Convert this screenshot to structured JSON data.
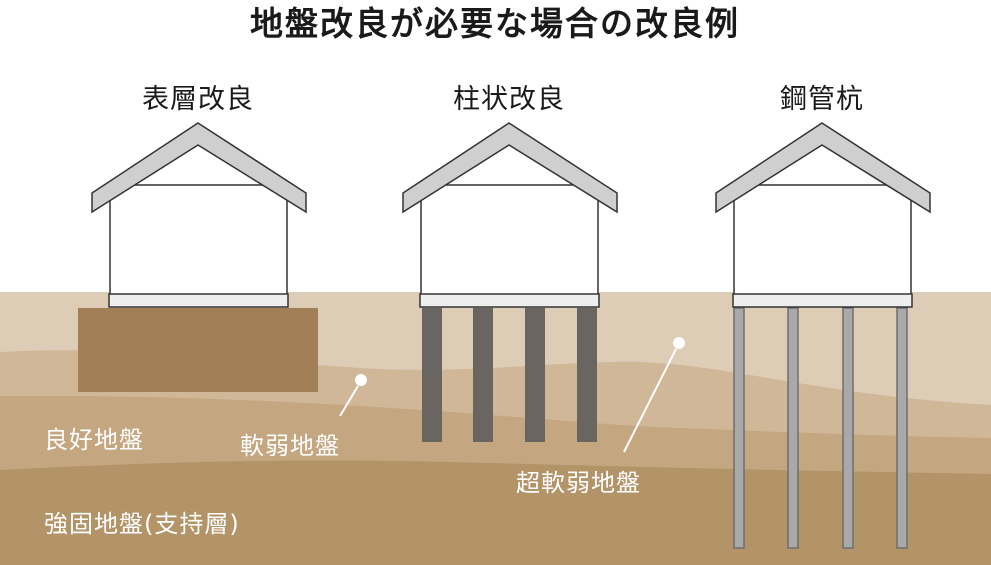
{
  "title": "地盤改良が必要な場合の改良例",
  "methods": [
    {
      "label": "表層改良"
    },
    {
      "label": "柱状改良"
    },
    {
      "label": "鋼管杭"
    }
  ],
  "layers": {
    "good": "良好地盤",
    "soft": "軟弱地盤",
    "very_soft": "超軟弱地盤",
    "bearing": "強固地盤(支持層)"
  },
  "colors": {
    "ground_top": "#ddcdb7",
    "ground_soft": "#c9ad8a",
    "ground_mid": "#bc9c73",
    "ground_bearing": "#b09166",
    "surface_block": "#a37f58",
    "column": "#6a6560",
    "pipe": "#a9a9a9",
    "roof": "#cfcfcf",
    "outline": "#333333"
  }
}
